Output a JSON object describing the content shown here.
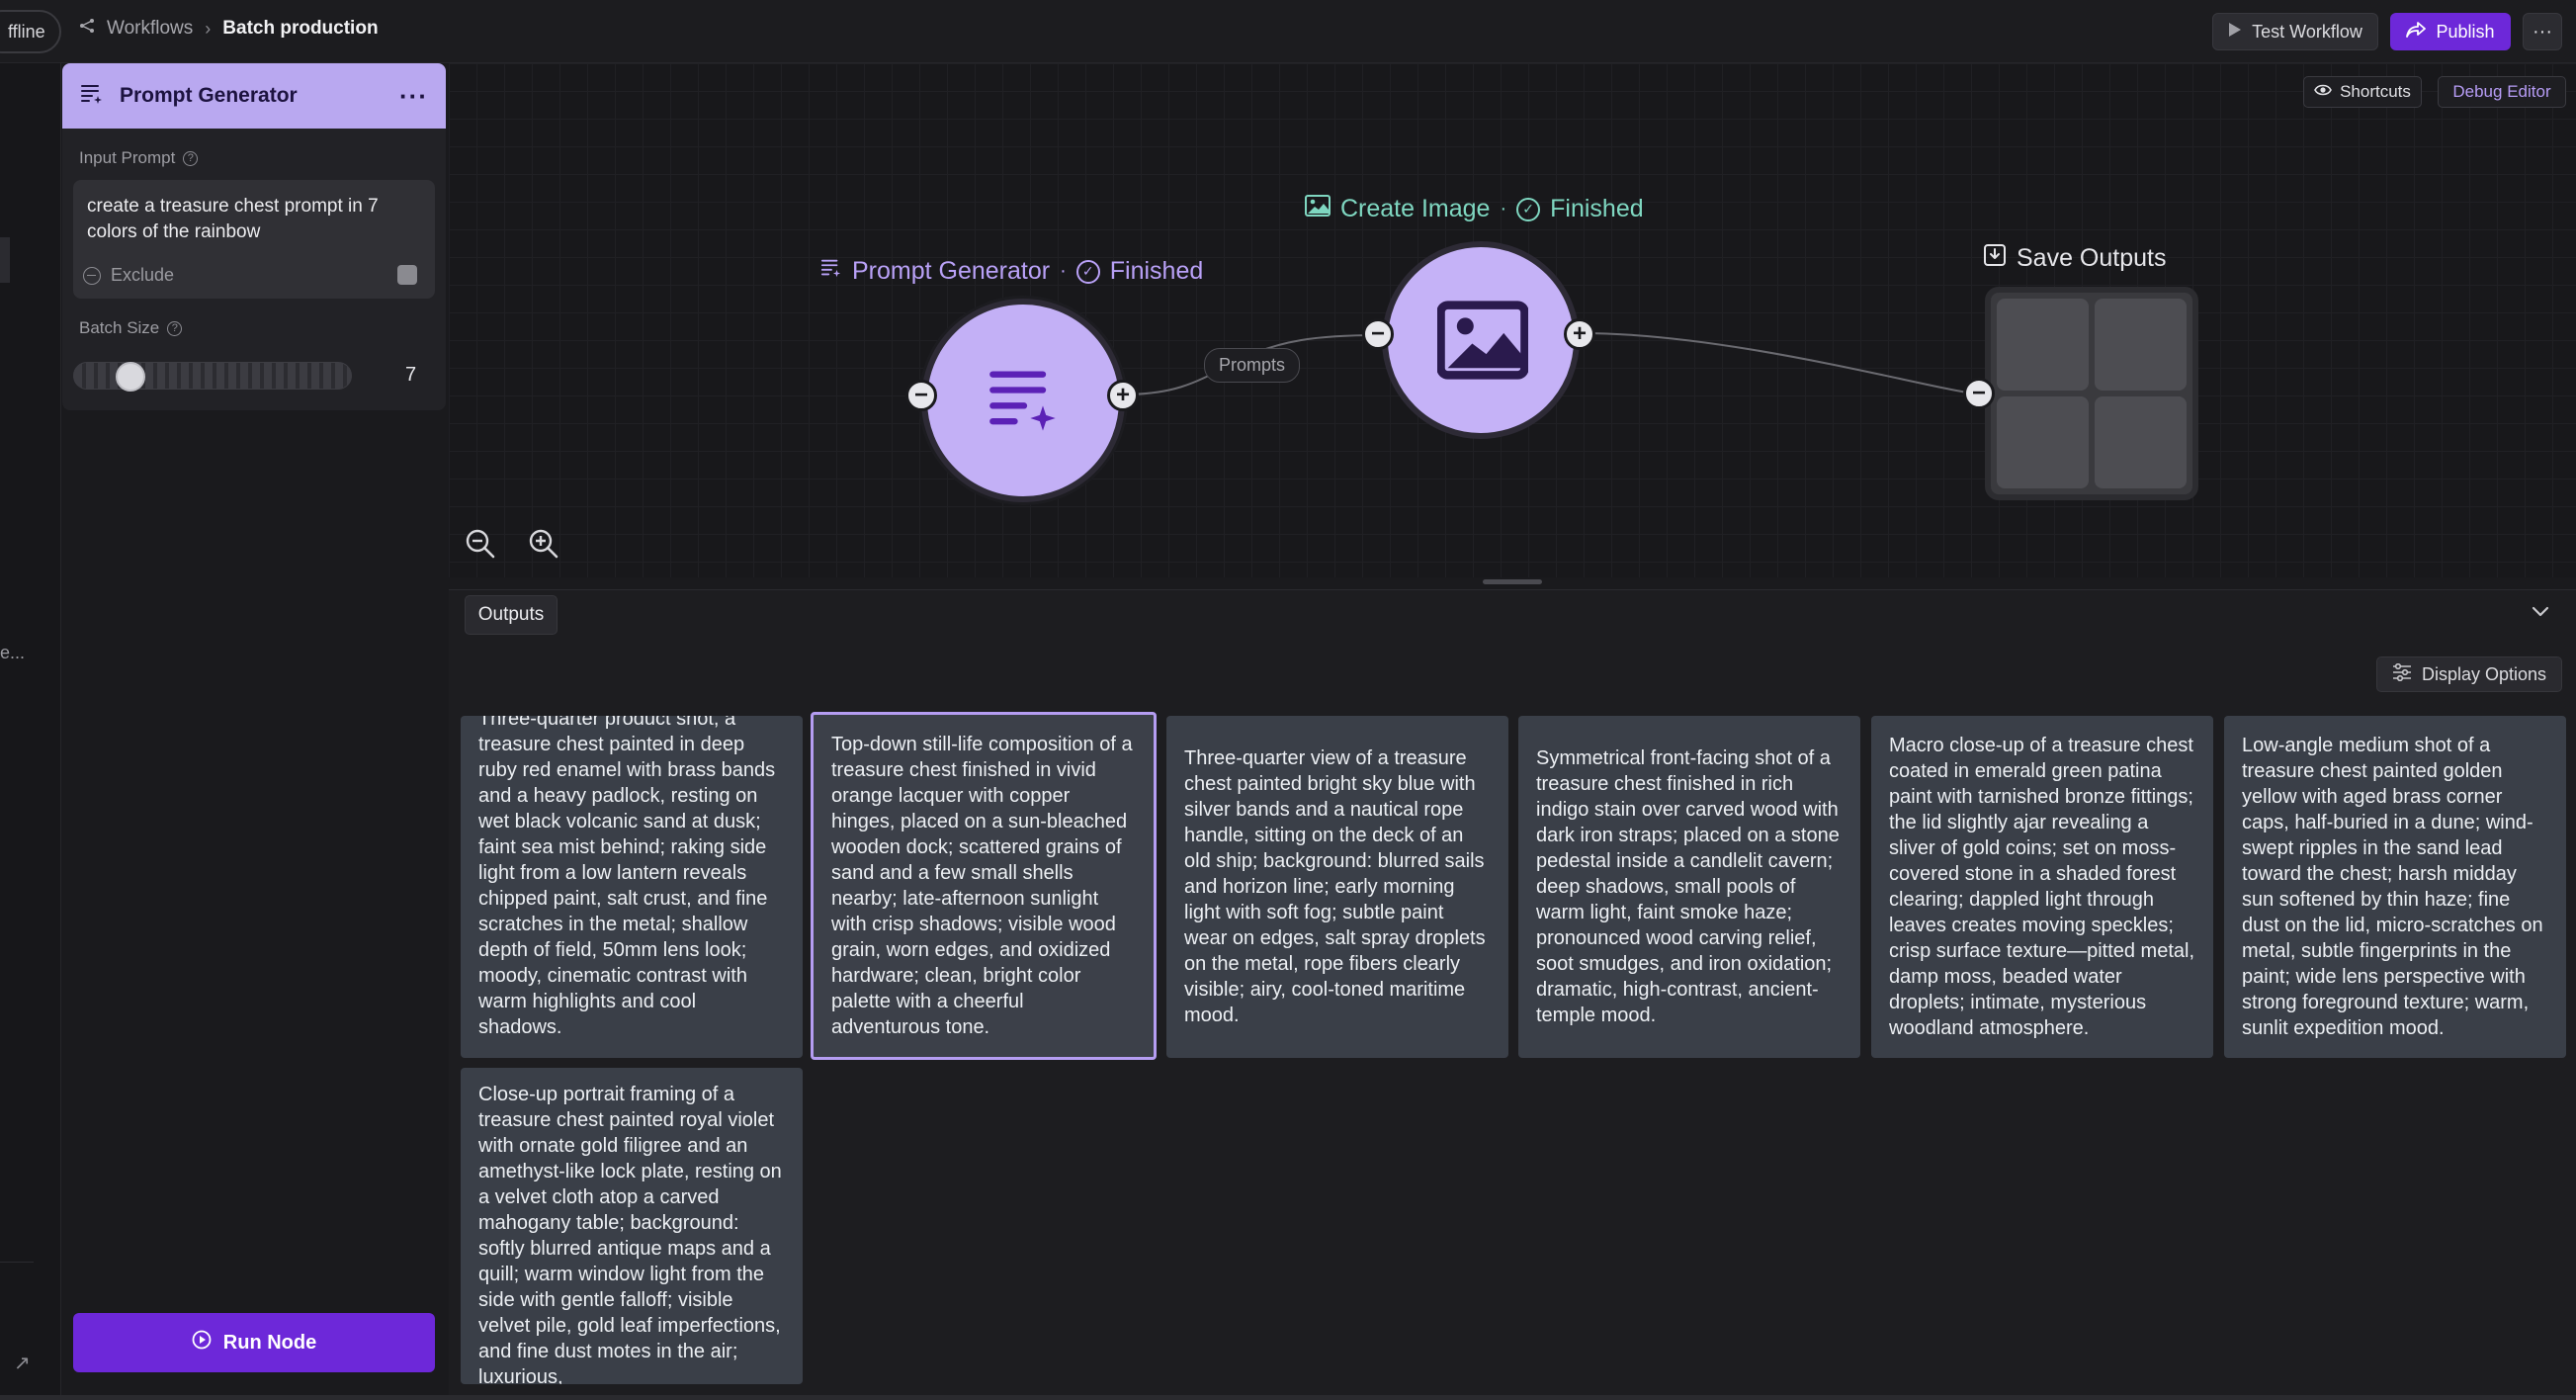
{
  "topbar": {
    "status_pill": "ffline",
    "breadcrumb": {
      "root": "Workflows",
      "current": "Batch production"
    },
    "test_label": "Test Workflow",
    "publish_label": "Publish",
    "more_label": "···"
  },
  "rail": {
    "ellipsis": "e..."
  },
  "panel": {
    "title": "Prompt Generator",
    "menu_label": "···",
    "input_prompt_label": "Input Prompt",
    "input_prompt_value": "create a treasure chest prompt in 7 colors of the rainbow",
    "exclude_label": "Exclude",
    "batch_size_label": "Batch Size",
    "batch_size_value": "7",
    "batch_size_fraction": 0.17,
    "run_label": "Run Node"
  },
  "canvas": {
    "shortcuts_label": "Shortcuts",
    "debug_label": "Debug Editor",
    "nodes": {
      "prompt_generator": {
        "name": "Prompt Generator",
        "status": "Finished"
      },
      "create_image": {
        "name": "Create Image",
        "status": "Finished"
      },
      "save_outputs": {
        "name": "Save Outputs"
      }
    },
    "edge_label": "Prompts",
    "dot": "·"
  },
  "outputs": {
    "tab_label": "Outputs",
    "display_options_label": "Display Options",
    "cards": [
      "Three-quarter product shot, a treasure chest painted in deep ruby red enamel with brass bands and a heavy padlock, resting on wet black volcanic sand at dusk; faint sea mist behind; raking side light from a low lantern reveals chipped paint, salt crust, and fine scratches in the metal; shallow depth of field, 50mm lens look; moody, cinematic contrast with warm highlights and cool shadows.",
      "Top-down still-life composition of a treasure chest finished in vivid orange lacquer with copper hinges, placed on a sun-bleached wooden dock; scattered grains of sand and a few small shells nearby; late-afternoon sunlight with crisp shadows; visible wood grain, worn edges, and oxidized hardware; clean, bright color palette with a cheerful adventurous tone.",
      "Three-quarter view of a treasure chest painted bright sky blue with silver bands and a nautical rope handle, sitting on the deck of an old ship; background: blurred sails and horizon line; early morning light with soft fog; subtle paint wear on edges, salt spray droplets on the metal, rope fibers clearly visible; airy, cool-toned maritime mood.",
      "Symmetrical front-facing shot of a treasure chest finished in rich indigo stain over carved wood with dark iron straps; placed on a stone pedestal inside a candlelit cavern; deep shadows, small pools of warm light, faint smoke haze; pronounced wood carving relief, soot smudges, and iron oxidation; dramatic, high-contrast, ancient-temple mood.",
      "Macro close-up of a treasure chest coated in emerald green patina paint with tarnished bronze fittings; the lid slightly ajar revealing a sliver of gold coins; set on moss-covered stone in a shaded forest clearing; dappled light through leaves creates moving speckles; crisp surface texture—pitted metal, damp moss, beaded water droplets; intimate, mysterious woodland atmosphere.",
      "Low-angle medium shot of a treasure chest painted golden yellow with aged brass corner caps, half-buried in a dune; wind-swept ripples in the sand lead toward the chest; harsh midday sun softened by thin haze; fine dust on the lid, micro-scratches on metal, subtle fingerprints in the paint; wide lens perspective with strong foreground texture; warm, sunlit expedition mood.",
      "Close-up portrait framing of a treasure chest painted royal violet with ornate gold filigree and an amethyst-like lock plate, resting on a velvet cloth atop a carved mahogany table; background: softly blurred antique maps and a quill; warm window light from the side with gentle falloff; visible velvet pile, gold leaf imperfections, and fine dust motes in the air; luxurious,"
    ]
  },
  "colors": {
    "accent": "#6d28d9",
    "node_fill": "#c3b0f6",
    "prompt_label": "#b9a1f7",
    "image_label": "#7fd7c1",
    "card_bg": "#3a3f48"
  },
  "icons": [
    "workflow-icon",
    "play-icon",
    "share-icon",
    "eye-icon",
    "image-icon",
    "check-circle-icon",
    "download-icon",
    "zoom-out-icon",
    "zoom-in-icon",
    "sliders-icon",
    "chevron-down-icon",
    "sparkle-list-icon",
    "dice-icon",
    "external-link-icon"
  ]
}
